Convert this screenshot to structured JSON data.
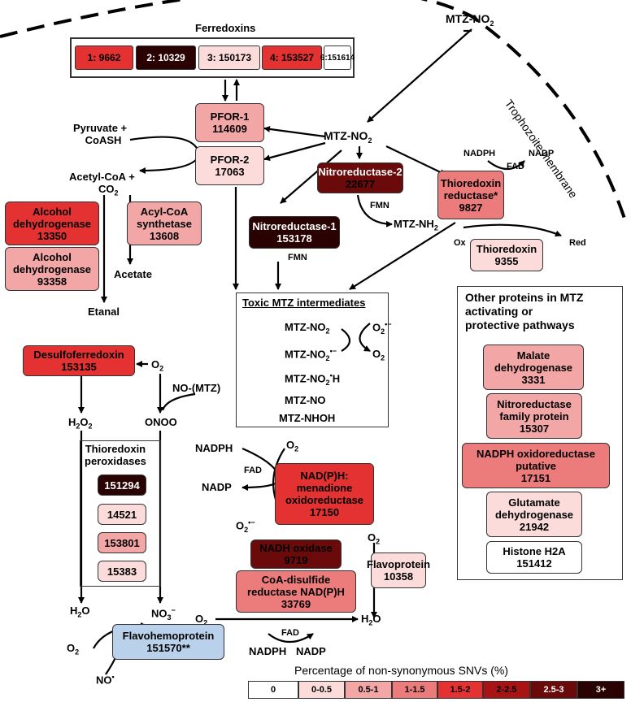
{
  "colors": {
    "bin0": "#ffffff",
    "bin1": "#fbdcda",
    "bin2": "#f2a6a6",
    "bin3": "#ec7b7b",
    "bin4": "#e43232",
    "bin5": "#a81414",
    "bin6": "#6a0a0a",
    "bin7": "#2a0202",
    "blue": "#b9d1ea"
  },
  "membrane_label": "Trophozoite membrane",
  "ferredoxins": {
    "title": "Ferredoxins",
    "items": [
      "1: 9662",
      "2: 10329",
      "3: 150173",
      "4: 153527",
      "6:151614"
    ]
  },
  "metabolites": {
    "mtz_no2_top": "MTZ-NO",
    "mtz_no2_center": "MTZ-NO",
    "sub2": "2",
    "pyruvate": "Pyruvate +",
    "coash": "CoASH",
    "acetyl_coa": "Acetyl-CoA +",
    "co2": "CO",
    "acetate": "Acetate",
    "etanal": "Etanal",
    "nadph_top": "NADPH",
    "nadp_top": "NADP",
    "fad_top": "FAD",
    "fmn_1": "FMN",
    "fmn_2": "FMN",
    "mtz_nh2": "MTZ-NH",
    "ox": "Ox",
    "red": "Red",
    "o2_desulfo": "O",
    "no_mtz": "NO-(MTZ)",
    "h2o2": "H",
    "onoo": "ONOO",
    "nadph_mid": "NADPH",
    "nadp_mid": "NADP",
    "fad_mid": "FAD",
    "o2_mid": "O",
    "o2_minus_mid": "O",
    "h2o_left": "H",
    "no3": "NO",
    "o2_flavo_left": "O",
    "no_bottom": "NO",
    "o2_bottom": "O",
    "h2o_right": "H",
    "o2_flavoprotein": "O",
    "fad_bottom": "FAD",
    "nadph_bottom": "NADPH",
    "nadp_bottom": "NADP"
  },
  "proteins": {
    "pfor1": {
      "name": "PFOR-1",
      "id": "114609"
    },
    "pfor2": {
      "name": "PFOR-2",
      "id": "17063"
    },
    "adh1": {
      "name1": "Alcohol",
      "name2": "dehydrogenase",
      "id": "13350"
    },
    "adh2": {
      "name1": "Alcohol",
      "name2": "dehydrogenase",
      "id": "93358"
    },
    "acyl": {
      "name1": "Acyl-CoA",
      "name2": "synthetase",
      "id": "13608"
    },
    "nr2": {
      "name": "Nitroreductase-2",
      "id": "22677"
    },
    "nr1": {
      "name": "Nitroreductase-1",
      "id": "153178"
    },
    "trxr": {
      "name1": "Thioredoxin",
      "name2": "reductase*",
      "id": "9827"
    },
    "trx": {
      "name": "Thioredoxin",
      "id": "9355"
    },
    "desulfo": {
      "name": "Desulfoferredoxin",
      "id": "153135"
    },
    "nadph_menadione": {
      "name1": "NAD(P)H:",
      "name2": "menadione",
      "name3": "oxidoreductase",
      "id": "17150"
    },
    "nadh_oxidase": {
      "name": "NADH oxidase",
      "id": "9719"
    },
    "coa_disulfide": {
      "name1": "CoA-disulfide",
      "name2": "reductase NAD(P)H",
      "id": "33769"
    },
    "flavoprotein": {
      "name": "Flavoprotein",
      "id": "10358"
    },
    "flavohemoprotein": {
      "name": "Flavohemoprotein",
      "id": "151570**"
    }
  },
  "peroxidases": {
    "title1": "Thioredoxin",
    "title2": "peroxidases",
    "items": [
      "151294",
      "14521",
      "153801",
      "15383"
    ]
  },
  "toxic": {
    "title": "Toxic MTZ intermediates",
    "r1": "MTZ-NO",
    "r2": "MTZ-NO",
    "r3": "MTZ-NO",
    "r4": "MTZ-NO",
    "r5": "MTZ-NHOH",
    "o2_minus": "O",
    "o2": "O"
  },
  "other": {
    "title1": "Other proteins in MTZ",
    "title2": "activating or",
    "title3": "protective pathways",
    "items": [
      {
        "l1": "Malate",
        "l2": "dehydrogenase",
        "id": "3331"
      },
      {
        "l1": "Nitroreductase",
        "l2": "family protein",
        "id": "15307"
      },
      {
        "l1": "NADPH oxidoreductase",
        "l2": "putative",
        "id": "17151"
      },
      {
        "l1": "Glutamate",
        "l2": "dehydrogenase",
        "id": "21942"
      },
      {
        "l1": "Histone H2A",
        "l2": "",
        "id": "151412"
      }
    ]
  },
  "legend": {
    "title": "Percentage of non-synonymous SNVs  (%)",
    "bins": [
      "0",
      "0-0.5",
      "0.5-1",
      "1-1.5",
      "1.5-2",
      "2-2.5",
      "2.5-3",
      "3+"
    ]
  }
}
